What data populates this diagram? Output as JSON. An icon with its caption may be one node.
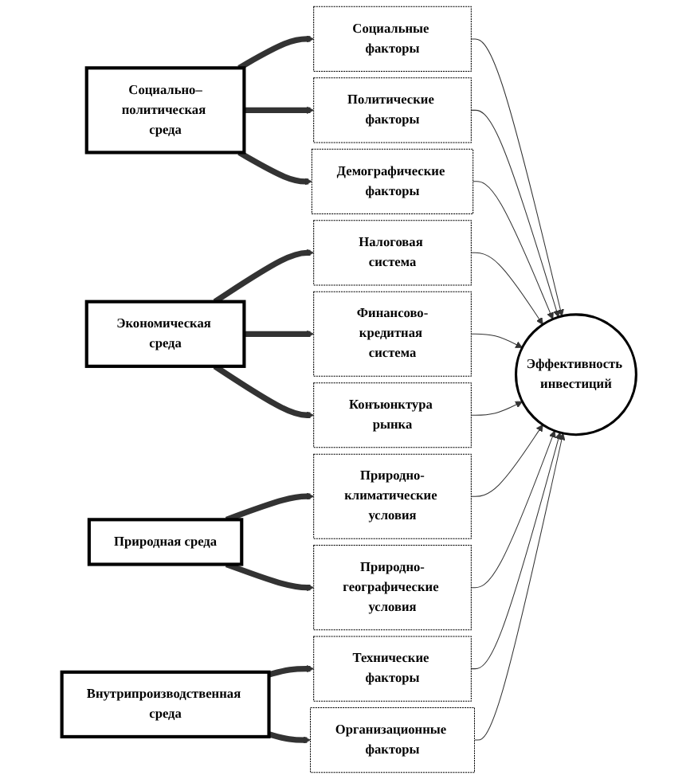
{
  "diagram": {
    "nodes": [
      {
        "text": [
          "Социально–политическая среда"
        ]
      },
      {
        "text": [
          "Социальные факторы"
        ]
      },
      {
        "text": [
          "Политические факторы"
        ]
      },
      {
        "text": [
          "Демографические факторы"
        ]
      },
      {
        "text": [
          "Экономическая среда"
        ]
      },
      {
        "text": [
          "Налоговая система"
        ]
      },
      {
        "text": [
          "Природно-климатические условия"
        ]
      },
      {
        "text": [
          "Природная среда"
        ]
      },
      {
        "text": [
          "Финансово-кредитная система"
        ]
      },
      {
        "text": [
          "Эффективность инвестиций"
        ]
      },
      {
        "text": [
          "Конъюнктура рынка"
        ]
      },
      {
        "text": [
          "Природно-географические условия"
        ]
      },
      {
        "text": [
          "Технические факторы"
        ]
      },
      {
        "text": [
          "Организационные факторы"
        ]
      },
      {
        "text": [
          "Внутрипроизводственная среда"
        ]
      }
    ],
    "edges": [
      {
        "from": 0,
        "to": 1,
        "arrow": "to",
        "style": "thick"
      },
      {
        "from": 0,
        "to": 2,
        "arrow": "to",
        "style": "thick"
      },
      {
        "from": 0,
        "to": 3,
        "arrow": "to",
        "style": "thick"
      },
      {
        "from": 1,
        "to": 9,
        "arrow": "to"
      },
      {
        "from": 2,
        "to": 9,
        "arrow": "to"
      },
      {
        "from": 3,
        "to": 9,
        "arrow": "to"
      },
      {
        "from": 4,
        "to": 5,
        "arrow": "to",
        "style": "thick"
      },
      {
        "from": 4,
        "to": 8,
        "arrow": "to",
        "style": "thick"
      },
      {
        "from": 4,
        "to": 10,
        "arrow": "to",
        "style": "thick"
      },
      {
        "from": 7,
        "to": 6,
        "arrow": "to",
        "style": "thick"
      },
      {
        "from": 7,
        "to": 11,
        "arrow": "to",
        "style": "thick"
      },
      {
        "from": 5,
        "to": 9,
        "arrow": "to"
      },
      {
        "from": 8,
        "to": 9,
        "arrow": "to"
      },
      {
        "from": 10,
        "to": 9,
        "arrow": "to"
      },
      {
        "from": 6,
        "to": 9,
        "arrow": "to"
      },
      {
        "from": 11,
        "to": 9,
        "arrow": "to"
      },
      {
        "from": 12,
        "to": 9,
        "arrow": "to"
      },
      {
        "from": 13,
        "to": 9,
        "arrow": "to"
      },
      {
        "from": 14,
        "to": 12,
        "arrow": "to",
        "style": "thick"
      },
      {
        "from": 14,
        "to": 13,
        "arrow": "to",
        "style": "thick"
      }
    ]
  }
}
